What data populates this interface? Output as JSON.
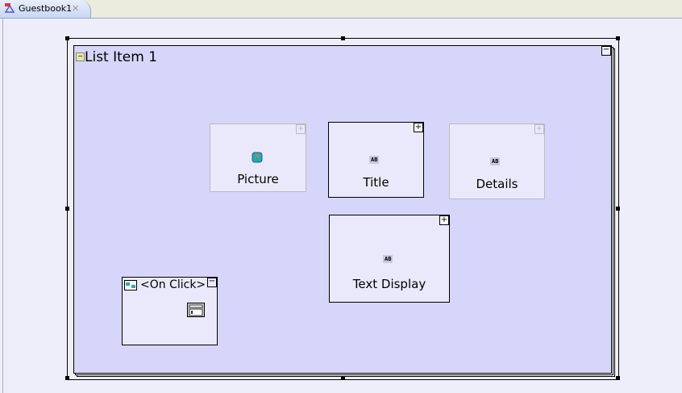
{
  "tab": {
    "label": "Guestbook1",
    "close": "✕"
  },
  "list_item": {
    "title": "List Item 1",
    "collapse": "−"
  },
  "widgets": {
    "picture": "Picture",
    "title": "Title",
    "details": "Details",
    "text_display": "Text Display",
    "ab": "AB",
    "plus": "+"
  },
  "onclick": {
    "label": "<On Click>",
    "collapse": "−"
  }
}
